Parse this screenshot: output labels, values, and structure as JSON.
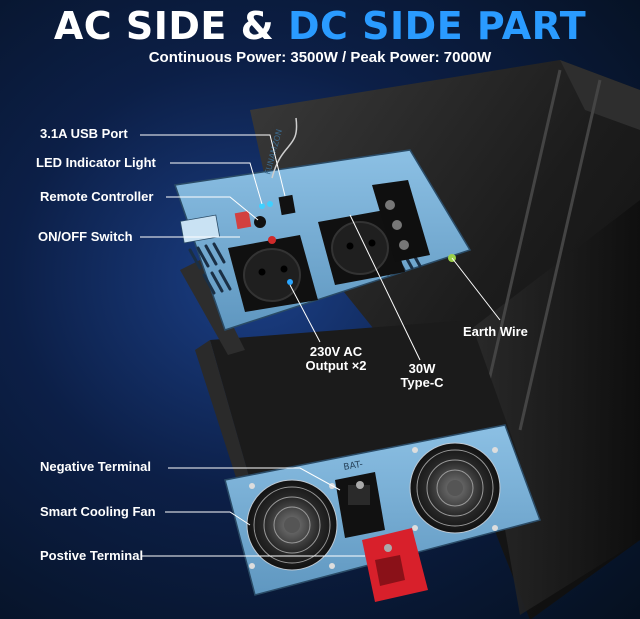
{
  "header": {
    "title_part1": "AC SIDE & ",
    "title_part2": "DC SIDE PART",
    "subtitle": "Continuous Power: 3500W / Peak Power: 7000W",
    "accent_color": "#2a9bff"
  },
  "labels_left_top": [
    "3.1A USB Port",
    "LED Indicator  Light",
    "Remote Controller",
    "ON/OFF Switch"
  ],
  "callouts": {
    "earth_wire": "Earth Wire",
    "ac_output_line1": "230V AC",
    "ac_output_line2": "Output ×2",
    "typec_line1": "30W",
    "typec_line2": "Type-C"
  },
  "labels_left_bottom": [
    "Negative Terminal",
    "Smart Cooling Fan",
    "Postive Terminal"
  ],
  "product_marking": {
    "brand_on_panel": "FUNAMZON",
    "terminal_marking": "BAT-"
  },
  "colors": {
    "panel_blue": "#7fb3d8",
    "body_black": "#1a1a1a",
    "terminal_red": "#d8202b"
  }
}
